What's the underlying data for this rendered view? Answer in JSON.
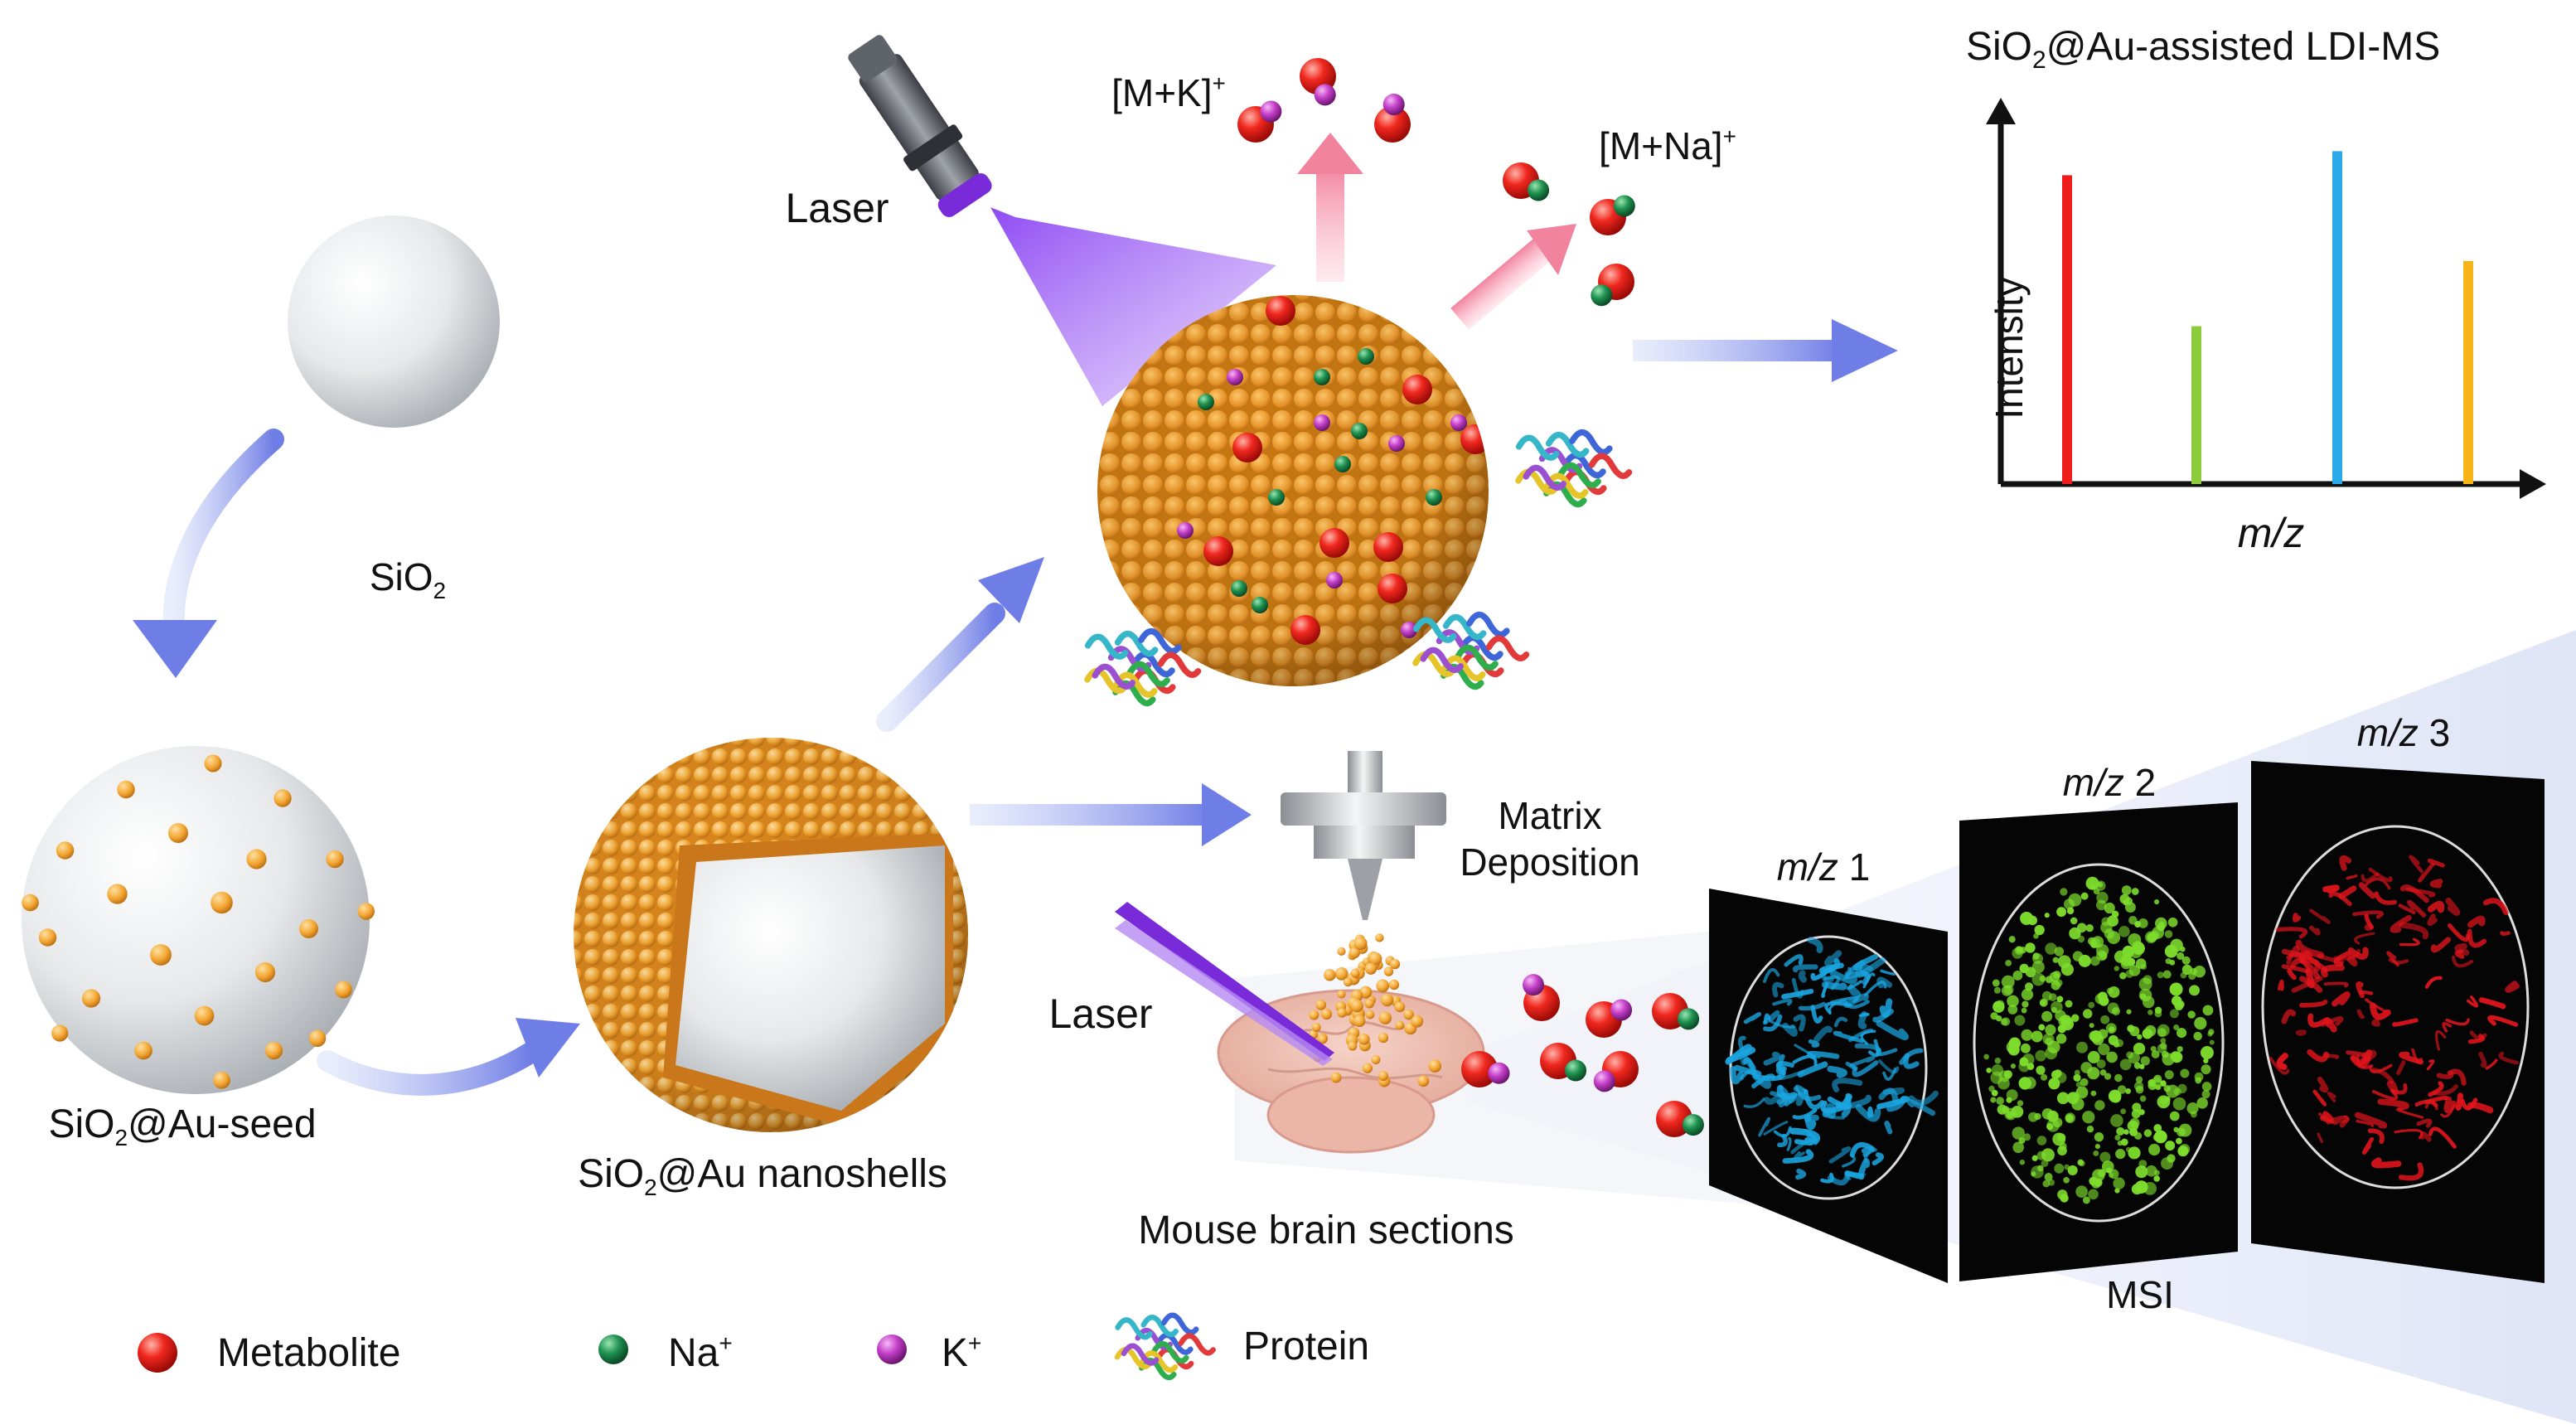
{
  "labels": {
    "sio2": "SiO",
    "sio2_sub": "2",
    "seed_a": "SiO",
    "seed_sub": "2",
    "seed_b": "@Au-seed",
    "shell_a": "SiO",
    "shell_sub": "2",
    "shell_b": "@Au nanoshells",
    "laser_top": "Laser",
    "laser_bottom": "Laser",
    "mk": "[M+K]",
    "mna": "[M+Na]",
    "ion_sup": "+",
    "matrix_1": "Matrix",
    "matrix_2": "Deposition",
    "brain": "Mouse brain sections",
    "msi": "MSI"
  },
  "spectrum": {
    "title_a": "SiO",
    "title_sub": "2",
    "title_b": "@Au-assisted LDI-MS",
    "ylabel": "Intensity",
    "xlabel": "m/z",
    "peaks": [
      {
        "intensity": 0.9,
        "color": "#ef1c1c"
      },
      {
        "intensity": 0.46,
        "color": "#8ccc3a"
      },
      {
        "intensity": 0.97,
        "color": "#2aa9e8"
      },
      {
        "intensity": 0.65,
        "color": "#f7b519"
      }
    ]
  },
  "msi_panels": [
    {
      "label_a": "m/z",
      "label_b": " 1",
      "color": "#1aa5e0"
    },
    {
      "label_a": "m/z",
      "label_b": " 2",
      "color": "#7ddc2c"
    },
    {
      "label_a": "m/z",
      "label_b": " 3",
      "color": "#e3141c"
    }
  ],
  "legend": [
    {
      "label": "Metabolite",
      "sup": "",
      "color": "#e8231c"
    },
    {
      "label": "Na",
      "sup": "+",
      "color": "#1e8f4e"
    },
    {
      "label": "K",
      "sup": "+",
      "color": "#c53dc9"
    },
    {
      "label": "Protein",
      "sup": "",
      "color": "#4477cc"
    }
  ]
}
